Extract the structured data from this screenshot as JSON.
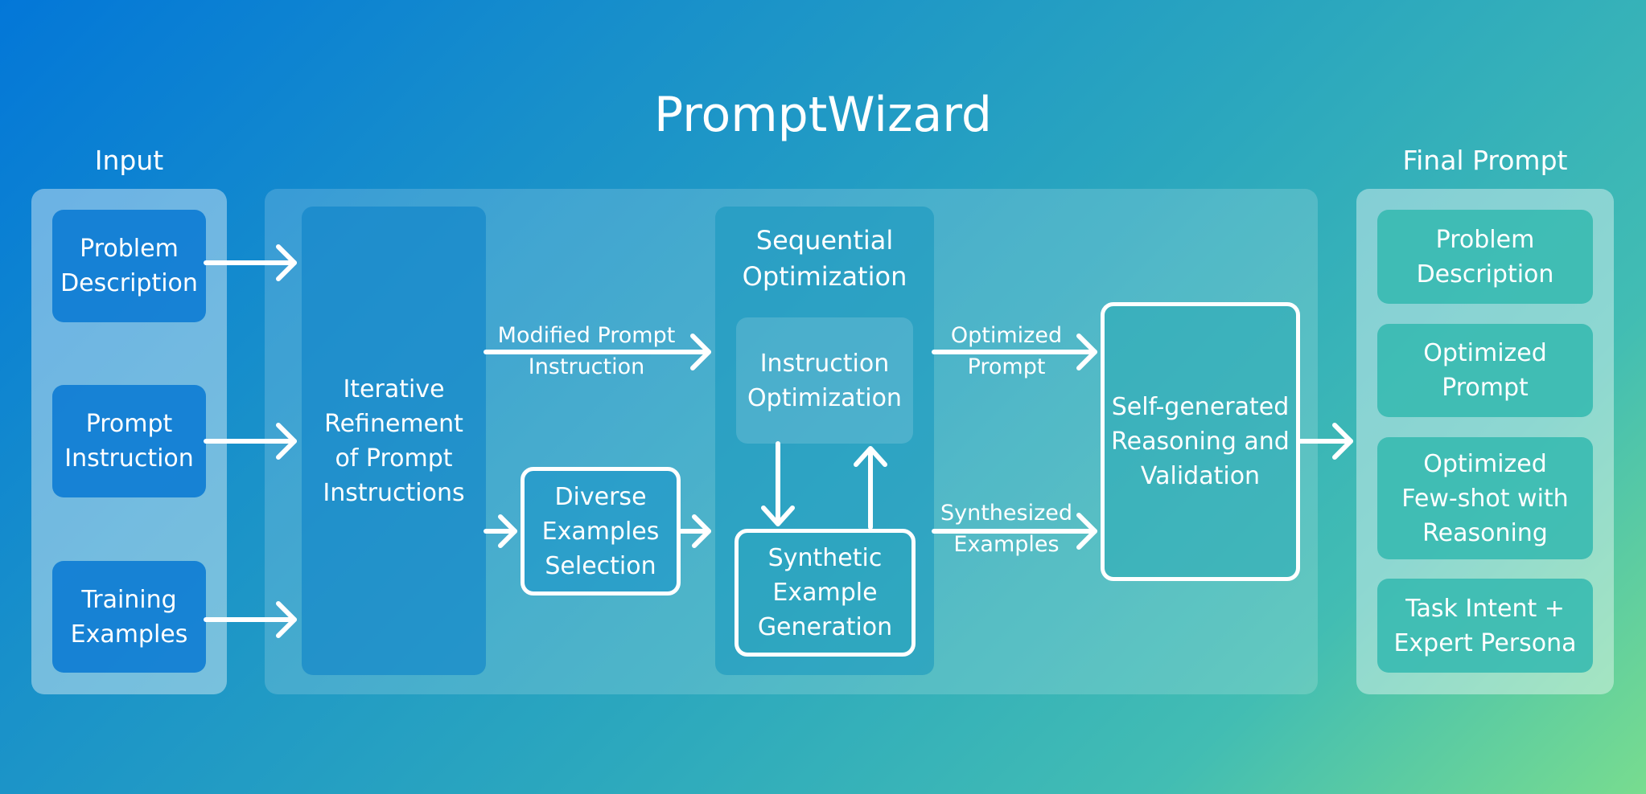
{
  "title": "PromptWizard",
  "input": {
    "label": "Input",
    "items": [
      {
        "label": "Problem\nDescription"
      },
      {
        "label": "Prompt\nInstruction"
      },
      {
        "label": "Training\nExamples"
      }
    ]
  },
  "process": {
    "iterative_refinement": "Iterative\nRefinement\nof Prompt\nInstructions",
    "diverse_examples": "Diverse\nExamples\nSelection",
    "sequential_optimization": {
      "title": "Sequential\nOptimization",
      "instruction_optimization": "Instruction\nOptimization",
      "synthetic_example_generation": "Synthetic\nExample\nGeneration"
    },
    "self_generated": "Self-generated\nReasoning and\nValidation",
    "edges": {
      "modified_prompt": "Modified Prompt\nInstruction",
      "optimized_prompt": "Optimized\nPrompt",
      "synthesized_examples": "Synthesized\nExamples"
    }
  },
  "final": {
    "label": "Final Prompt",
    "items": [
      {
        "label": "Problem\nDescription"
      },
      {
        "label": "Optimized\nPrompt"
      },
      {
        "label": "Optimized\nFew-shot with\nReasoning"
      },
      {
        "label": "Task Intent +\nExpert Persona"
      }
    ]
  },
  "colors": {
    "gradient_start": "#0377d8",
    "gradient_end": "#78dc8f",
    "text": "#ffffff",
    "arrow": "#ffffff"
  }
}
